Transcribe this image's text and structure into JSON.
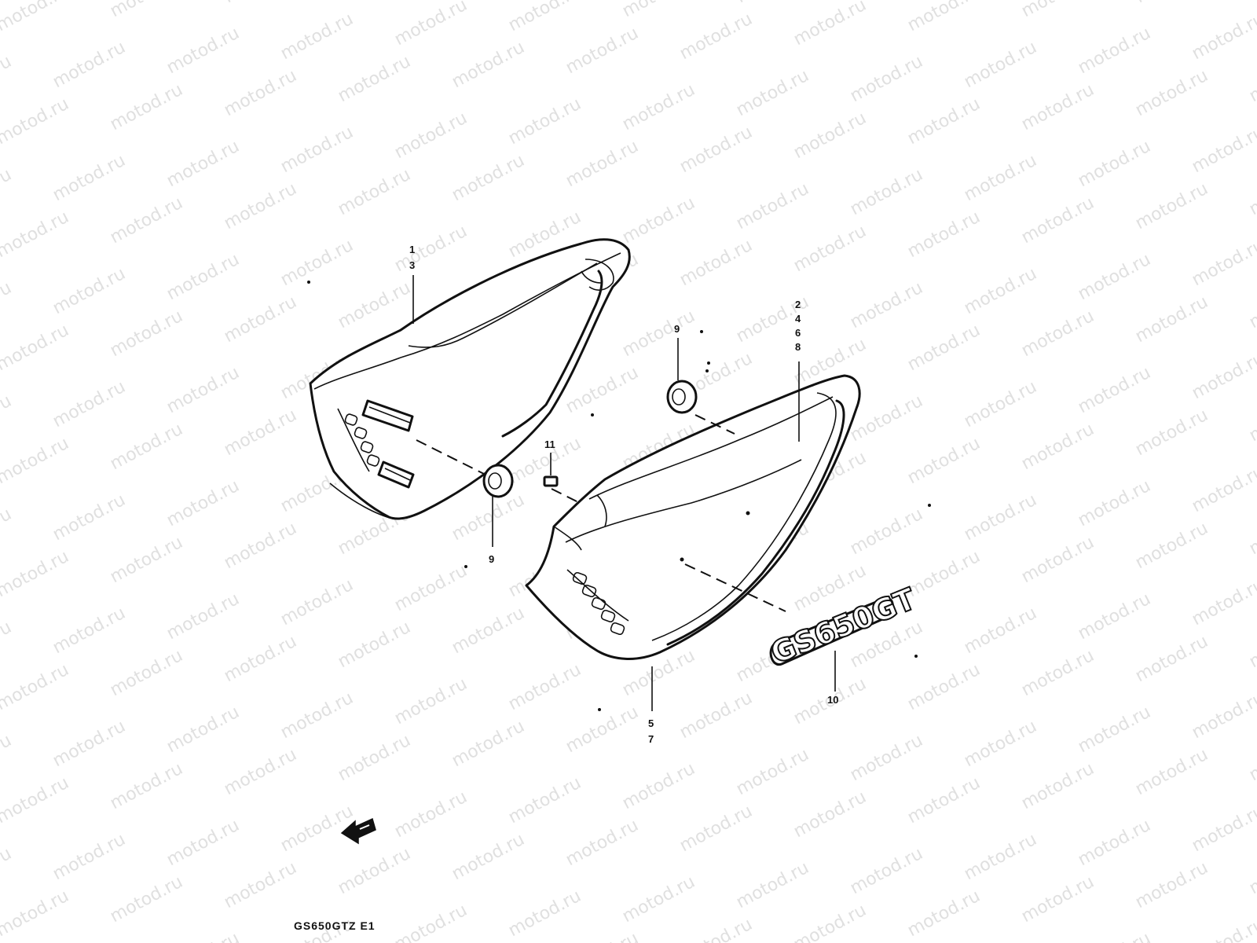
{
  "watermark": {
    "text": "motod.ru",
    "color": "#e0e0e0"
  },
  "callouts": {
    "c1": "1",
    "c3": "3",
    "c2": "2",
    "c4": "4",
    "c6": "6",
    "c8": "8",
    "c9_top": "9",
    "c9_bottom": "9",
    "c11": "11",
    "c5": "5",
    "c7": "7",
    "c10": "10"
  },
  "emblem": {
    "text": "GS650GT"
  },
  "model_code": "GS650GTZ E1",
  "colors": {
    "ink": "#111111",
    "background": "#ffffff"
  }
}
